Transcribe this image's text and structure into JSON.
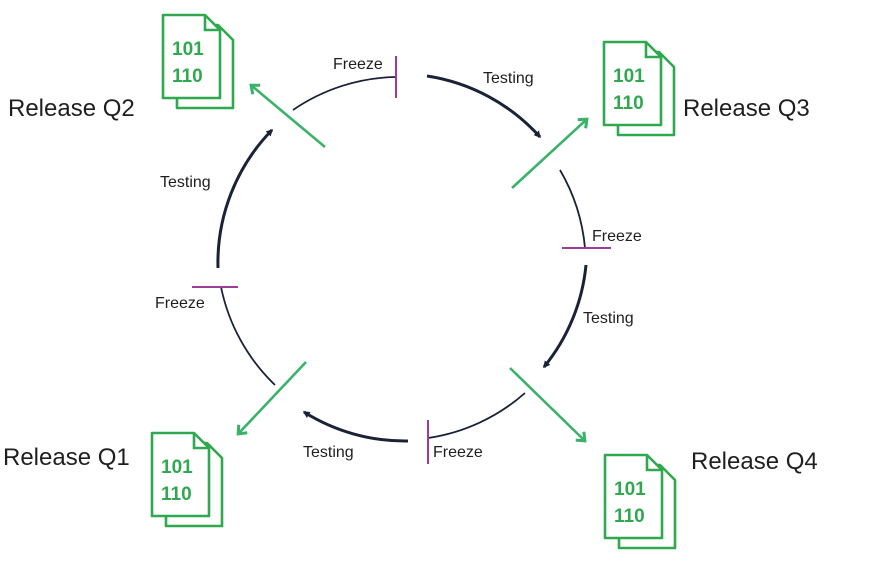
{
  "colors": {
    "cycle": "#1b2238",
    "release": "#3bb26a",
    "freeze": "#9b3c96",
    "file": "#2fa84f"
  },
  "icons": [
    "binary-file-icon"
  ],
  "releases": {
    "q1": "Release Q1",
    "q2": "Release Q2",
    "q3": "Release Q3",
    "q4": "Release Q4"
  },
  "phases": {
    "freeze": "Freeze",
    "testing": "Testing"
  },
  "file_icon": {
    "line1": "101",
    "line2": "110"
  }
}
